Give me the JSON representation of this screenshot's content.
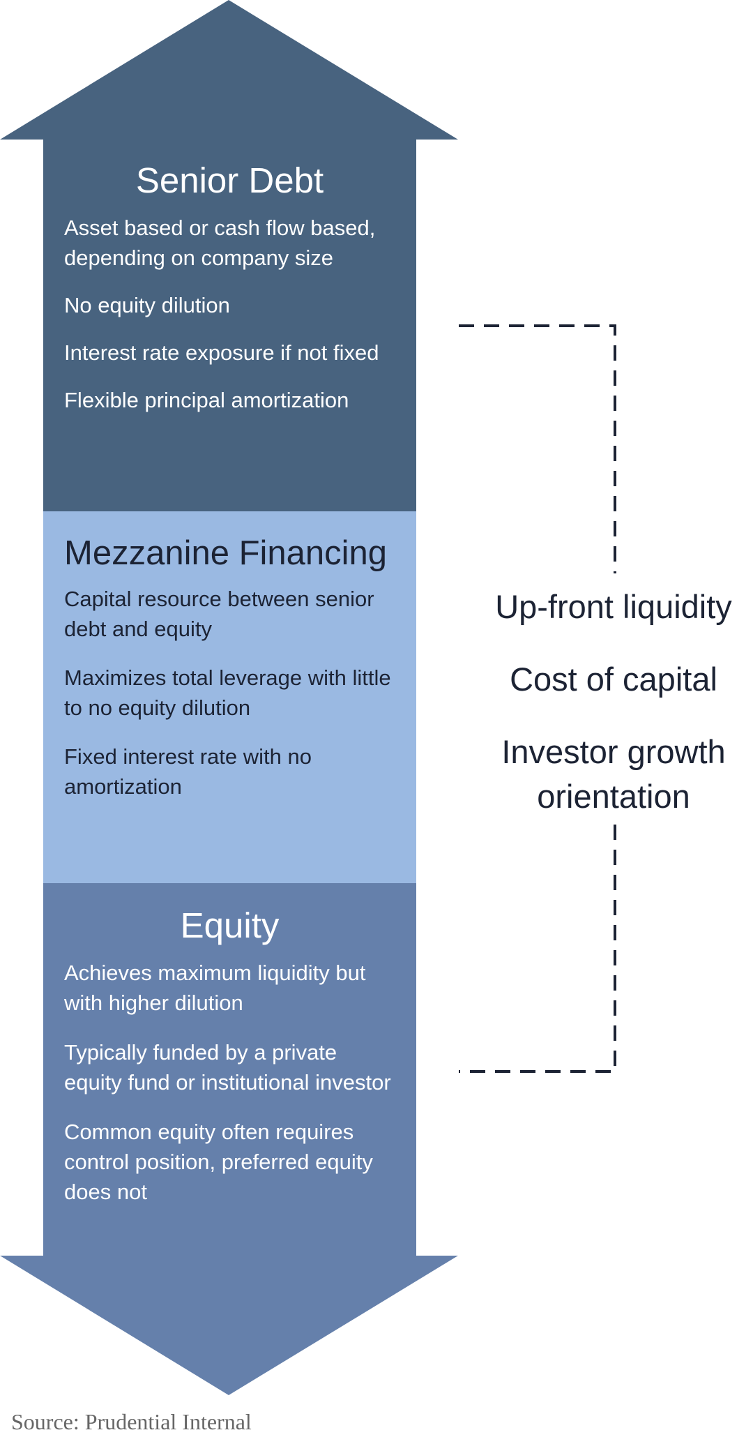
{
  "colors": {
    "senior_debt": "#48637f",
    "mezzanine": "#9ab9e2",
    "equity": "#6580ab",
    "bracket": "#1c2334",
    "dark_text": "#1c2334",
    "light_text": "#ffffff"
  },
  "sections": {
    "senior_debt": {
      "title": "Senior Debt",
      "bullets": [
        "Asset based or cash flow based, depending on company size",
        "No equity dilution",
        "Interest rate exposure if not fixed",
        "Flexible principal amortization"
      ]
    },
    "mezzanine": {
      "title": "Mezzanine Financing",
      "bullets": [
        "Capital resource between senior debt and equity",
        "Maximizes total leverage with little to no equity dilution",
        "Fixed interest rate with no amortization"
      ]
    },
    "equity": {
      "title": "Equity",
      "bullets": [
        "Achieves maximum liquidity but with higher dilution",
        "Typically funded by a private equity fund or institutional investor",
        "Common equity often requires control position, preferred equity does not"
      ]
    }
  },
  "factors": [
    "Up-front liquidity",
    "Cost of capital",
    "Investor growth orientation"
  ],
  "source": "Source: Prudential Internal"
}
